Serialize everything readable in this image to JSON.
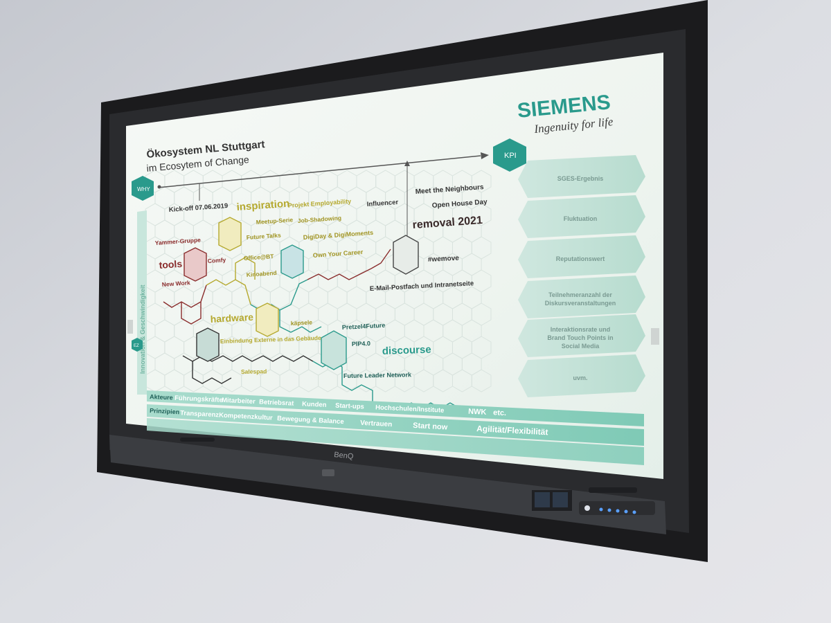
{
  "brand": {
    "name": "SIEMENS",
    "tagline": "Ingenuity for life",
    "color": "#2a9a8c"
  },
  "monitor_brand": "BenQ",
  "slide": {
    "title": "Ökosystem NL Stuttgart",
    "subtitle": "im Ecosytem of Change",
    "why_label": "WHY",
    "kpi_label": "KPI",
    "sidebar_label": "Innovation & Geschwindigkeit",
    "ez_label": "EZ",
    "kickoff": "Kick-off 07.06.2019",
    "words": {
      "inspiration": "inspiration",
      "projekt_employability": "Projekt Employability",
      "meetup": "Meetup-Serie",
      "job_shadowing": "Job-Shadowing",
      "future_talks": "Future Talks",
      "digiday": "DigiDay & DigiMoments",
      "influencer": "Influencer",
      "meet_neighbours": "Meet the Neighbours",
      "open_house": "Open House Day",
      "removal": "removal 2021",
      "wemove": "#wemove",
      "email": "E-Mail-Postfach und Intranetseite",
      "yammer": "Yammer-Gruppe",
      "tools": "tools",
      "comfy": "Comfy",
      "office_bt": "Office@BT",
      "own_career": "Own Your Career",
      "new_work": "New Work",
      "kinoabend": "Kinoabend",
      "hardware": "hardware",
      "kapsele": "käpsele",
      "einbindung": "Einbindung Externe in das Gebäude",
      "pretzel": "Pretzel4Future",
      "pip": "PIP4.0",
      "discourse": "discourse",
      "salespad": "Salespad",
      "future_leader": "Future Leader Network"
    },
    "kpis": [
      "SGES-Ergebnis",
      "Fluktuation",
      "Reputationswert",
      "Teilnehmeranzahl der Diskursveranstaltungen",
      "Interaktionsrate und Brand Touch Points in Social Media",
      "uvm."
    ],
    "akteure": {
      "label": "Akteure",
      "items": [
        "Führungskräfte",
        "Mitarbeiter",
        "Betriebsrat",
        "Kunden",
        "Start-ups",
        "Hochschulen/Institute",
        "NWK",
        "etc."
      ]
    },
    "prinzipien": {
      "label": "Prinzipien",
      "items": [
        "Transparenz",
        "Kompetenzkultur",
        "Bewegung & Balance",
        "Vertrauen",
        "Start now",
        "Agilität/Flexibilität"
      ]
    }
  },
  "colors": {
    "teal": "#2a9a8c",
    "teal_light": "#9fd6c9",
    "olive": "#b5a92f",
    "red": "#8a2c2c",
    "mint_band": "#bfe3d8"
  }
}
